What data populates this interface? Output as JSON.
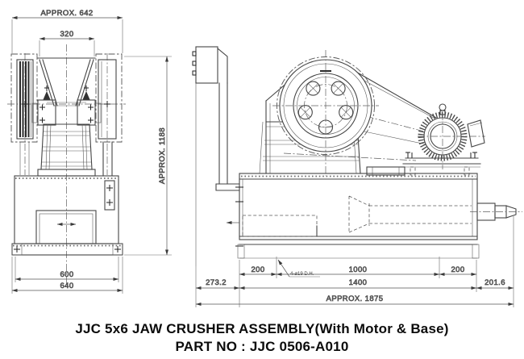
{
  "drawing": {
    "kind": "engineering assembly drawing, front and side views of a jaw crusher"
  },
  "title_block": {
    "line1": "JJC 5x6 JAW CRUSHER ASSEMBLY(With Motor & Base)",
    "line2": "PART NO : JJC 0506-A010"
  },
  "front_view": {
    "dim_overall_width": "APPROX. 642",
    "dim_feed_opening": "320",
    "dim_base_width": "600",
    "dim_base_plate_width": "640",
    "dim_overall_height": "APPROX. 1188"
  },
  "side_view": {
    "dim_bolt_offset_left": "200",
    "dim_bolt_span": "1000",
    "dim_bolt_offset_right": "200",
    "dim_overhang_left": "273.2",
    "dim_base_length": "1400",
    "dim_overhang_right": "201.6",
    "dim_overall_length": "APPROX. 1875",
    "note_mounting_holes": "4-ø19 D.H."
  },
  "colors": {
    "line": "#454545",
    "dimension_text": "#3a3a3a",
    "title_text": "#0b0b0b",
    "background": "#ffffff"
  }
}
